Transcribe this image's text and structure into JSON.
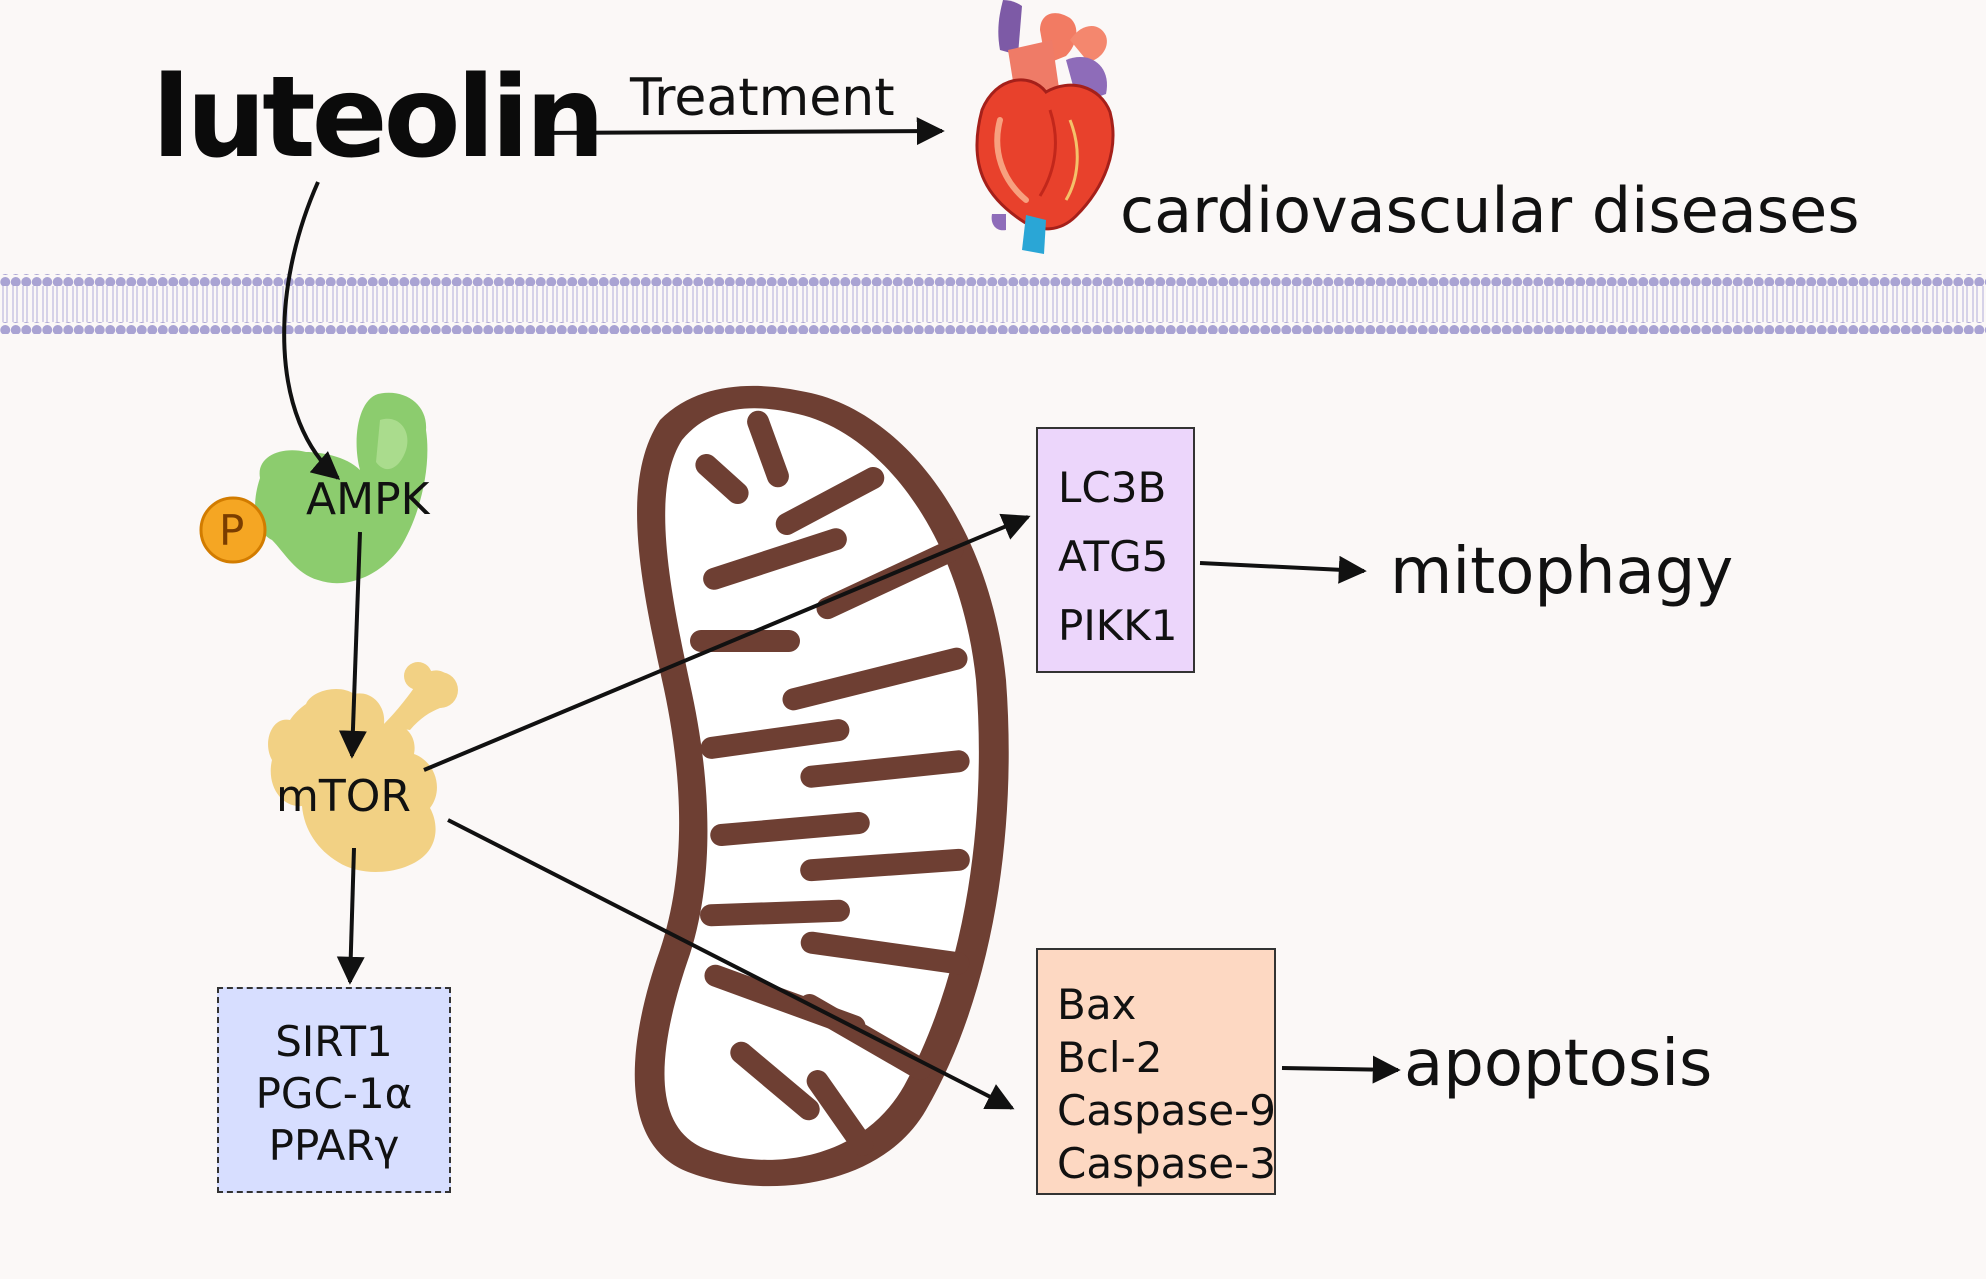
{
  "title": "luteolin",
  "treatment_label": "Treatment",
  "target_label": "cardiovascular diseases",
  "nodes": {
    "phospho": "P",
    "ampk": "AMPK",
    "mtor": "mTOR"
  },
  "downstream_box": [
    "SIRT1",
    "PGC-1α",
    "PPARγ"
  ],
  "mitophagy_box": [
    "LC3B",
    "ATG5",
    "PIKK1"
  ],
  "mitophagy_label": "mitophagy",
  "apoptosis_box": [
    "Bax",
    "Bcl-2",
    "Caspase-9",
    "Caspase-3"
  ],
  "apoptosis_label": "apoptosis",
  "colors": {
    "background": "#fbf8f7",
    "membrane": "#a9a3d3",
    "ampk": "#8ccc6e",
    "mtor": "#f2d184",
    "phospho": "#f5a623",
    "mitochondrion": "#6e3f33",
    "heart": "#e8412c",
    "box_blue": "#d7deff",
    "box_purple": "#ecd6fb",
    "box_orange": "#fdd8c2"
  }
}
